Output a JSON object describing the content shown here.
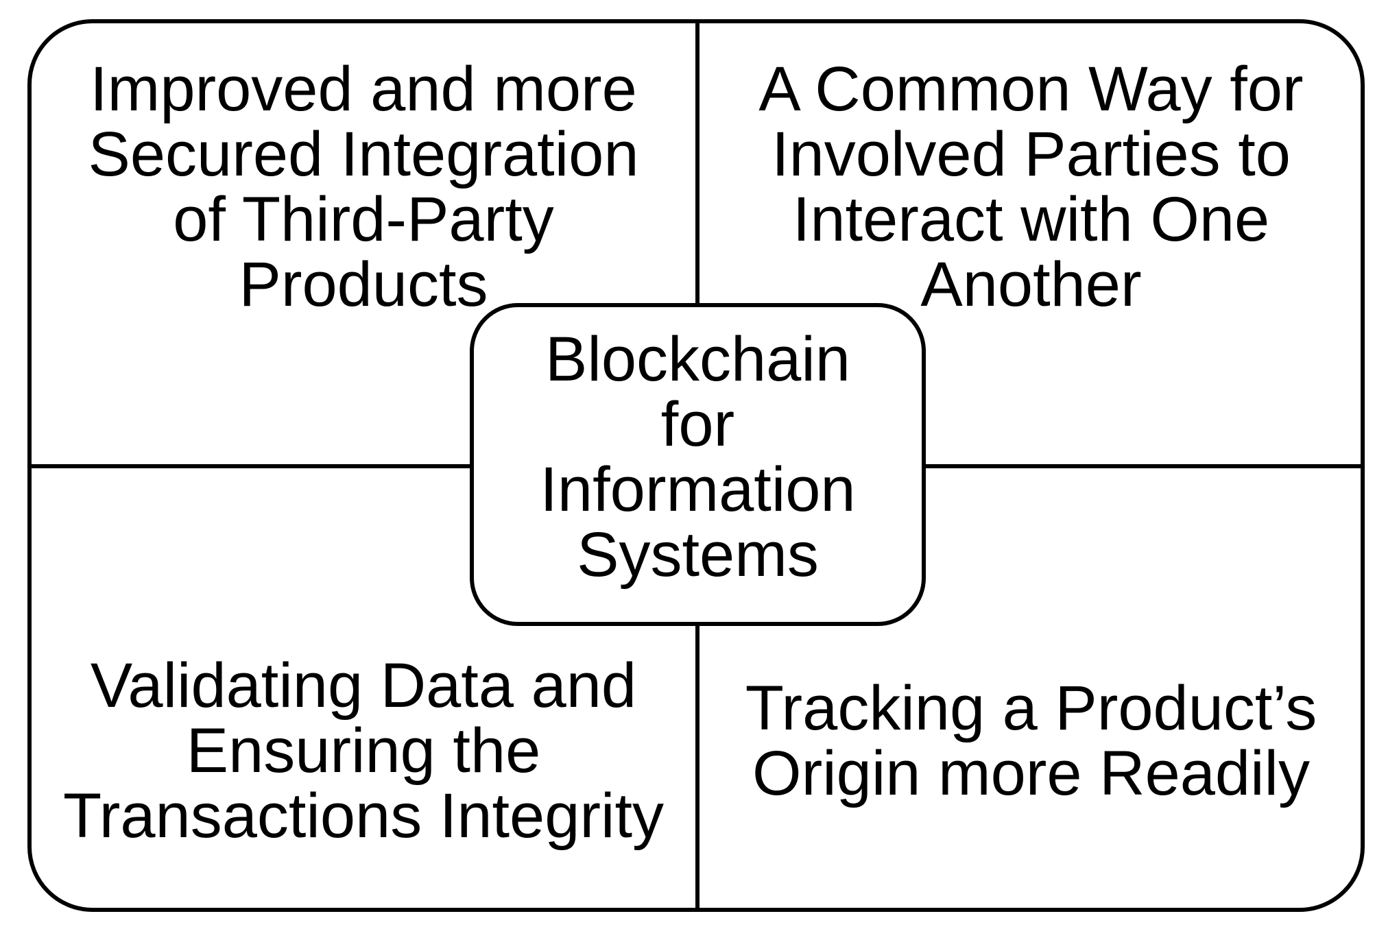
{
  "diagram": {
    "description": "Quadrant diagram of blockchain benefits for information systems",
    "colors": {
      "stroke": "#000000",
      "background": "#ffffff",
      "text": "#000000"
    },
    "center": {
      "lines": [
        "Blockchain",
        "for",
        "Information",
        "Systems"
      ]
    },
    "quadrants": {
      "top_left": {
        "lines": [
          "Improved and more",
          "Secured Integration",
          "of Third-Party",
          "Products"
        ]
      },
      "top_right": {
        "lines": [
          "A Common Way for",
          "Involved Parties to",
          "Interact with One",
          "Another"
        ]
      },
      "bottom_left": {
        "lines": [
          "Validating Data and",
          "Ensuring the",
          "Transactions Integrity"
        ]
      },
      "bottom_right": {
        "lines": [
          "Tracking a Product’s",
          "Origin more Readily"
        ]
      }
    }
  }
}
